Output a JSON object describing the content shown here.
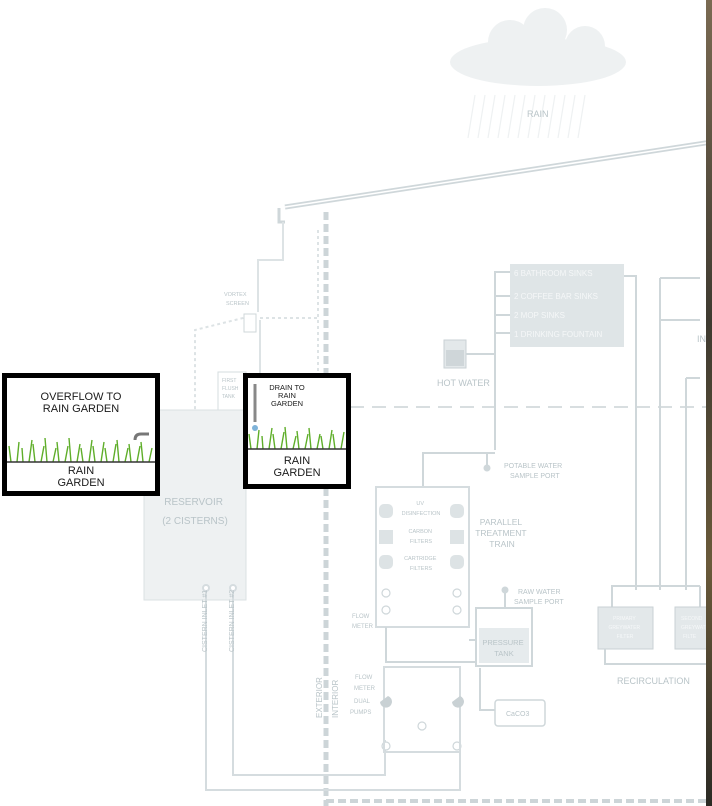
{
  "diagram": {
    "rain_label": "RAIN",
    "vortex_screen": [
      "VORTEX",
      "SCREEN"
    ],
    "first_flush": [
      "FIRST",
      "FLUSH",
      "TANK"
    ],
    "hot_water": "HOT WATER",
    "fixtures": [
      "6 BATHROOM SINKS",
      "2 COFFEE BAR SINKS",
      "2 MOP SINKS",
      "1 DRINKING FOUNTAIN"
    ],
    "partial_right_label": "IN",
    "reservoir": [
      "RESERVOIR",
      "(2 CISTERNS)"
    ],
    "cistern_inlets": [
      "CISTERN INLET #1",
      "CISTERN INLET #2"
    ],
    "potable_port": [
      "POTABLE WATER",
      "SAMPLE PORT"
    ],
    "uv": [
      "UV",
      "DISINFECTION"
    ],
    "carbon": [
      "CARBON",
      "FILTERS"
    ],
    "cartridge": [
      "CARTRIDGE",
      "FILTERS"
    ],
    "parallel_train": [
      "PARALLEL",
      "TREATMENT",
      "TRAIN"
    ],
    "flow_meter": [
      "FLOW",
      "METER"
    ],
    "raw_port": [
      "RAW WATER",
      "SAMPLE PORT"
    ],
    "pressure_tank": [
      "PRESSURE",
      "TANK"
    ],
    "dual_pumps": [
      "FLOW",
      "METER",
      "DUAL",
      "PUMPS"
    ],
    "caco3": "CaCO3",
    "exterior": "EXTERIOR",
    "interior": "INTERIOR",
    "primary_filter": [
      "PRIMARY",
      "GREYWATER",
      "FILTER"
    ],
    "secondary_filter": [
      "SECOND",
      "GREYWAT",
      "FILTE"
    ],
    "recirculation": "RECIRCULATION"
  },
  "callouts": {
    "overflow": {
      "title": [
        "OVERFLOW TO",
        "RAIN GARDEN"
      ],
      "caption": [
        "RAIN",
        "GARDEN"
      ]
    },
    "drain": {
      "title": [
        "DRAIN TO",
        "RAIN",
        "GARDEN"
      ],
      "caption": [
        "RAIN",
        "GARDEN"
      ]
    }
  }
}
